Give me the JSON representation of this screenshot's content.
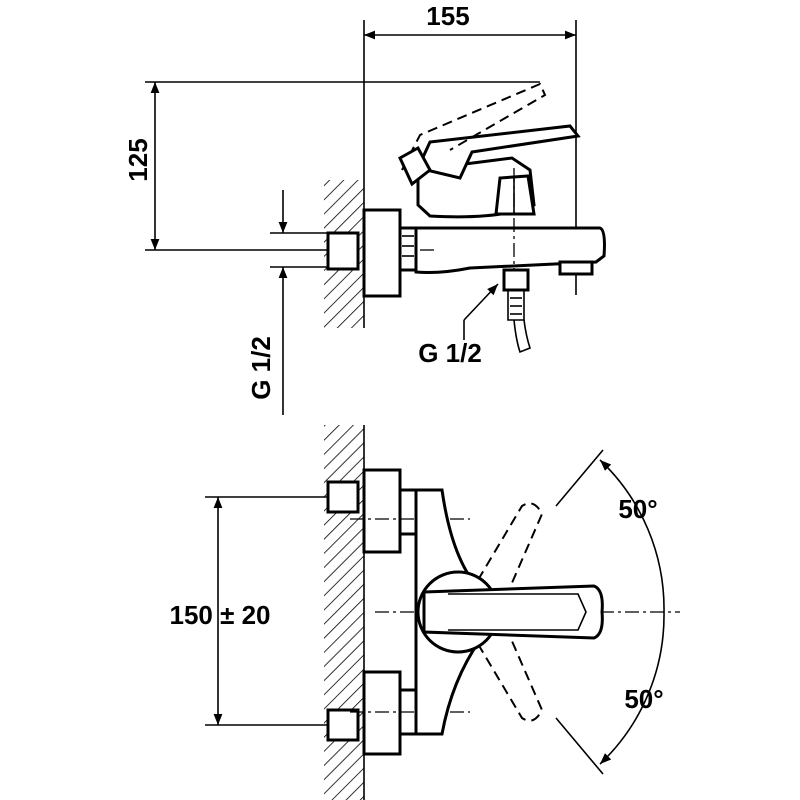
{
  "side_view": {
    "width_dim": "155",
    "height_dim": "125",
    "inlet_thread": "G 1/2",
    "outlet_thread": "G 1/2"
  },
  "front_view": {
    "spacing_dim": "150 ± 20",
    "angle_up": "50°",
    "angle_down": "50°"
  },
  "colors": {
    "line": "#000000",
    "background": "#ffffff"
  }
}
